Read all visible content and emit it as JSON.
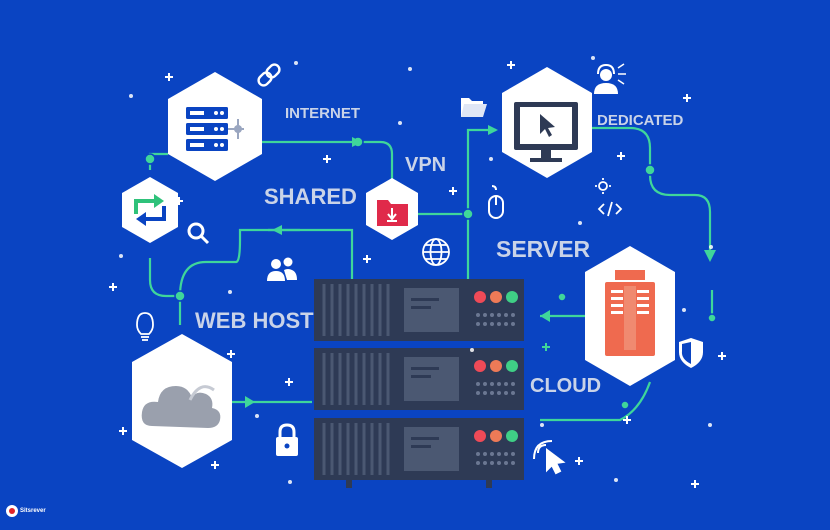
{
  "labels": {
    "internet": "INTERNET",
    "vpn": "VPN",
    "dedicated": "DEDICATED",
    "shared": "SHARED",
    "server": "SERVER",
    "web_host": "WEB HOST",
    "cloud": "CLOUD"
  },
  "icons": {
    "server_rack": "server-rack-icon",
    "sync": "sync-arrows-icon",
    "download_folder": "download-folder-icon",
    "monitor": "monitor-cursor-icon",
    "tower": "tower-server-icon",
    "cloud": "cloud-icon",
    "globe": "globe-icon",
    "link": "link-icon",
    "folder": "folder-icon",
    "support": "support-agent-icon",
    "code": "code-gear-icon",
    "search": "search-icon",
    "users": "users-icon",
    "bulb": "lightbulb-icon",
    "mouse": "mouse-icon",
    "shield": "shield-icon",
    "lock": "lock-icon",
    "click": "click-cursor-icon"
  },
  "watermark": "Sitsrever",
  "colors": {
    "background": "#0a44c2",
    "connector": "#3fd69a",
    "hexagon": "#ffffff",
    "rack_body": "#2e3a55",
    "rack_panel": "#4b5872",
    "light_red": "#ef4a57",
    "light_orange": "#ee7a57",
    "light_green": "#3fcf86",
    "tower_orange": "#ef6a4f",
    "folder_red": "#e02a4a",
    "label": "#c9d3e8"
  }
}
